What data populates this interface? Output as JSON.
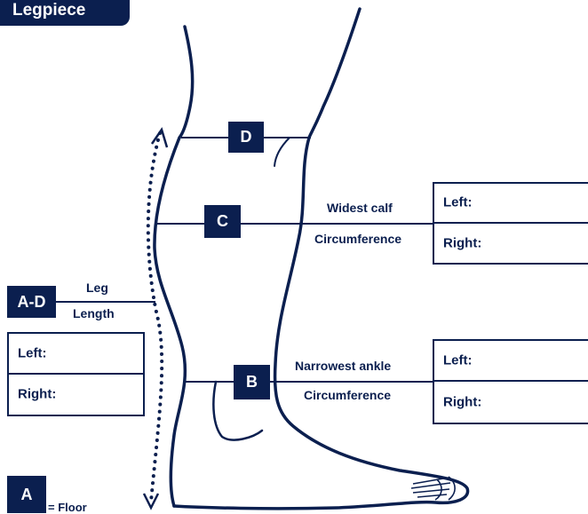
{
  "title": "Legpiece",
  "markers": {
    "a": "A",
    "b": "B",
    "c": "C",
    "d": "D",
    "ad": "A-D"
  },
  "labels": {
    "widest_calf": "Widest calf",
    "circumference_c": "Circumference",
    "narrowest_ankle": "Narrowest ankle",
    "circumference_b": "Circumference",
    "leg": "Leg",
    "length": "Length",
    "floor": "= Floor"
  },
  "boxes": {
    "calf": {
      "left": "Left:",
      "right": "Right:"
    },
    "ankle": {
      "left": "Left:",
      "right": "Right:"
    },
    "length": {
      "left": "Left:",
      "right": "Right:"
    }
  },
  "colors": {
    "navy": "#0b1f4f",
    "background": "#ffffff"
  }
}
